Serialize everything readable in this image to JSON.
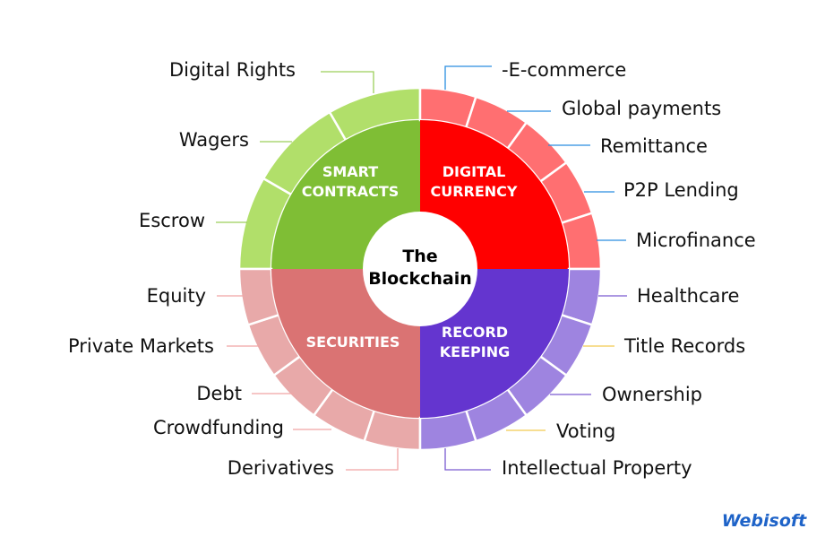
{
  "center": {
    "lines": [
      "The",
      "Blockchain"
    ]
  },
  "quadrants": [
    {
      "id": "smart-contracts",
      "lines": [
        "SMART",
        "CONTRACTS"
      ],
      "inner_color": "#7fbe35",
      "outer_color": "#b1df6a",
      "items": [
        "Digital Rights",
        "Wagers",
        "Escrow"
      ]
    },
    {
      "id": "digital-currency",
      "lines": [
        "DIGITAL",
        "CURRENCY"
      ],
      "inner_color": "#ff0000",
      "outer_color": "#ff6f71",
      "items": [
        "-E-commerce",
        "Global payments",
        "Remittance",
        "P2P Lending",
        "Microfinance"
      ]
    },
    {
      "id": "securities",
      "lines": [
        "SECURITIES"
      ],
      "inner_color": "#da7373",
      "outer_color": "#e8a9a9",
      "items": [
        "Equity",
        "Private Markets",
        "Debt",
        "Crowdfunding",
        "Derivatives"
      ]
    },
    {
      "id": "record-keeping",
      "lines": [
        "RECORD",
        "KEEPING"
      ],
      "inner_color": "#6435cf",
      "outer_color": "#9e84e0",
      "items": [
        "Healthcare",
        "Title Records",
        "Ownership",
        "Voting",
        "Intellectual Property"
      ]
    }
  ],
  "brand": {
    "name": "Webisoft",
    "color": "#1e63c8"
  }
}
